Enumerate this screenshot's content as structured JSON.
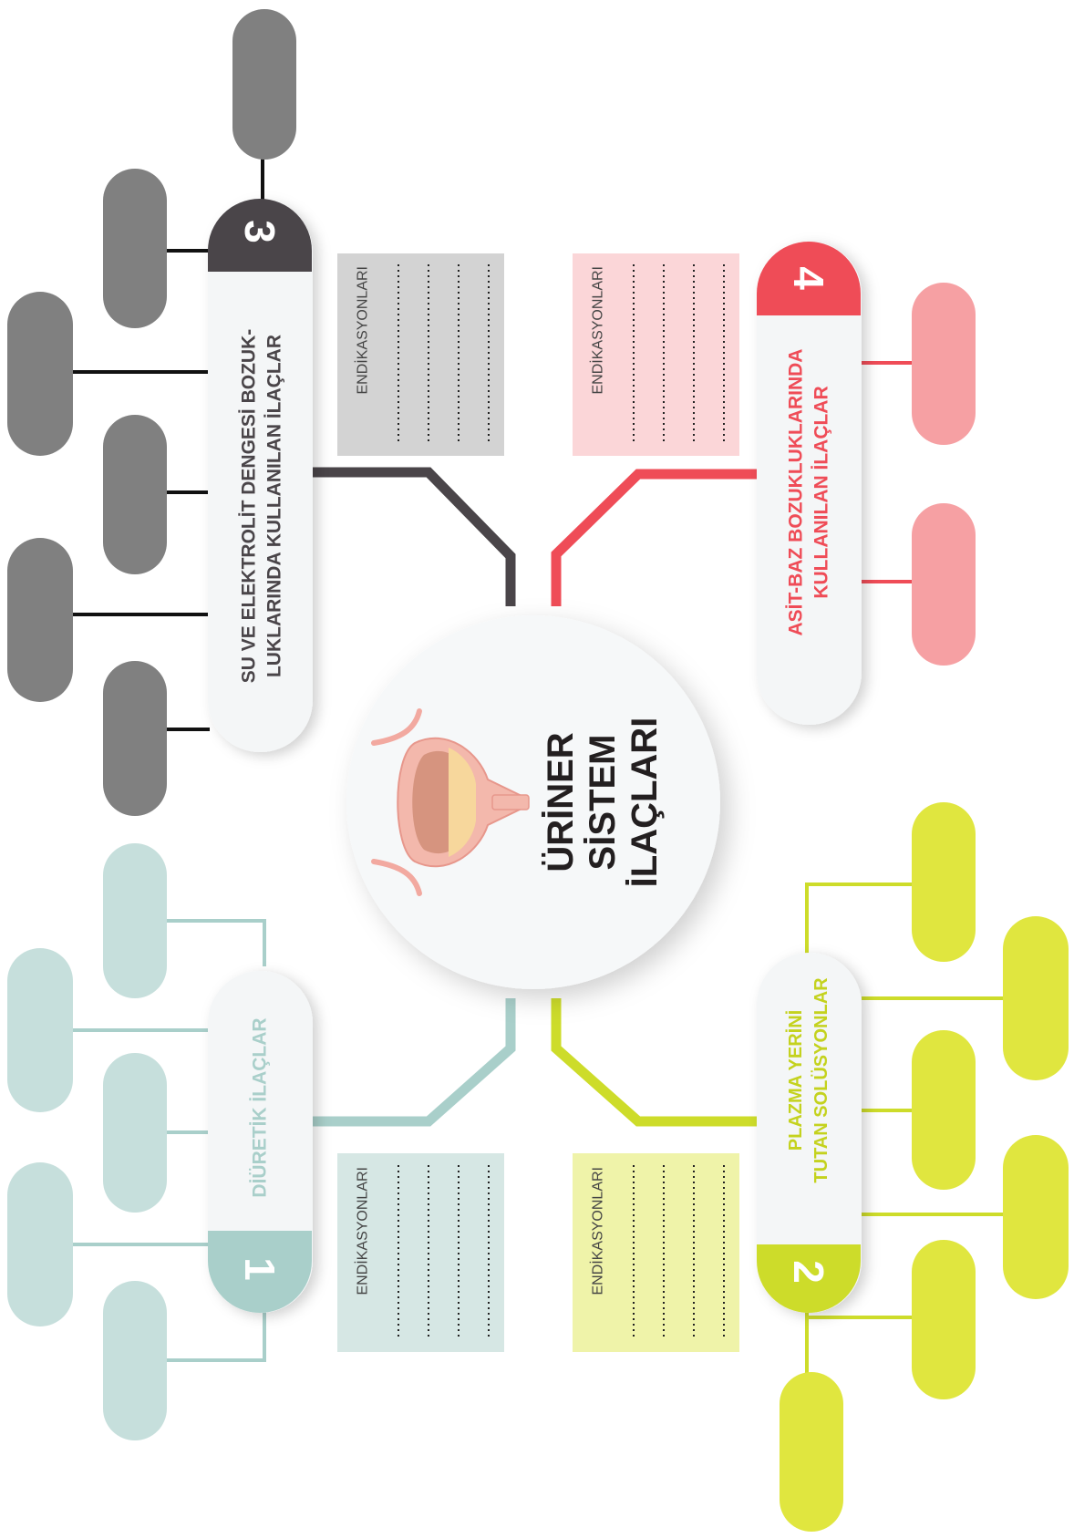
{
  "center": {
    "title_lines": [
      "ÜRİNER",
      "SİSTEM",
      "İLAÇLARI"
    ],
    "icon": "urinary-bladder-icon"
  },
  "branches": [
    {
      "number": "1",
      "lines": [
        "DİÜRETİK İLAÇLAR"
      ],
      "indications_label": "ENDİKASYONLARI",
      "color": "#a9cfca",
      "pill_color": "#c6dfdc",
      "box_color": "#d6e7e4"
    },
    {
      "number": "2",
      "lines": [
        "PLAZMA YERİNİ",
        "TUTAN SOLÜSYONLAR"
      ],
      "indications_label": "ENDİKASYONLARI",
      "color": "#cddc2a",
      "text_color": "#c4d21e",
      "pill_color": "#e0e63f",
      "box_color": "#eff3a9"
    },
    {
      "number": "3",
      "lines": [
        "SU VE ELEKTROLİT DENGESİ BOZUK-",
        "LUKLARINDA KULLANILAN İLAÇLAR"
      ],
      "indications_label": "ENDİKASYONLARI",
      "color": "#4a4549",
      "pill_color": "#808080",
      "box_color": "#d3d3d3"
    },
    {
      "number": "4",
      "lines": [
        "ASİT-BAZ BOZUKLUKLARINDA",
        "KULLANILAN İLAÇLAR"
      ],
      "indications_label": "ENDİKASYONLARI",
      "color": "#ef4c57",
      "pill_color": "#f6a0a3",
      "box_color": "#fbd6d8"
    }
  ]
}
